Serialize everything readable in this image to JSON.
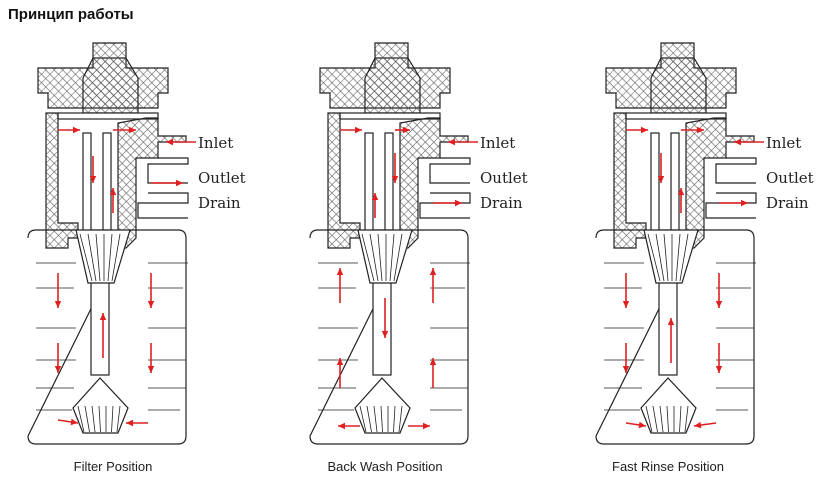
{
  "page": {
    "title": "Принцип работы"
  },
  "diagrams": [
    {
      "caption": "Filter Position",
      "labels": {
        "inlet": "Inlet",
        "outlet": "Outlet",
        "drain": "Drain"
      },
      "mode": "filter"
    },
    {
      "caption": "Back Wash Position",
      "labels": {
        "inlet": "Inlet",
        "outlet": "Outlet",
        "drain": "Drain"
      },
      "mode": "backwash"
    },
    {
      "caption": "Fast Rinse Position",
      "labels": {
        "inlet": "Inlet",
        "outlet": "Outlet",
        "drain": "Drain"
      },
      "mode": "rinse"
    }
  ],
  "colors": {
    "arrow": "#e02020",
    "line": "#222222",
    "hatch": "#555555"
  }
}
